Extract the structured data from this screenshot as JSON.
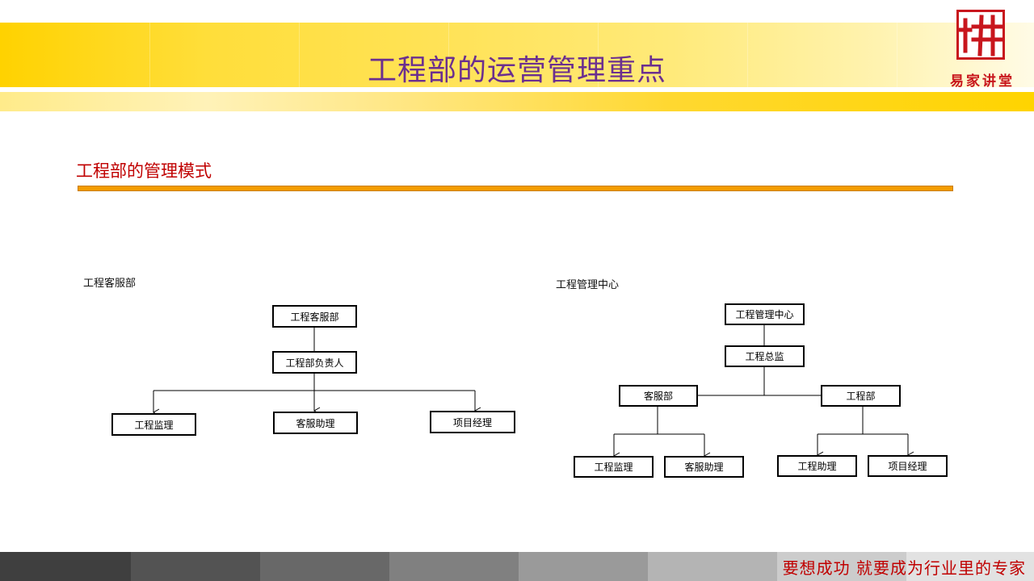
{
  "slide": {
    "title": "工程部的运营管理重点",
    "logo_text": "易家讲堂",
    "section_title": "工程部的管理模式",
    "slogan": "要想成功 就要成为行业里的专家"
  },
  "colors": {
    "title": "#6b2f8f",
    "accent_red": "#c00000",
    "rule_orange": "#f39c00",
    "band_yellow": "#ffd200"
  },
  "left_diagram": {
    "label": "工程客服部",
    "nodes": {
      "top": "工程客服部",
      "head": "工程部负责人",
      "c1": "工程监理",
      "c2": "客服助理",
      "c3": "项目经理"
    }
  },
  "right_diagram": {
    "label": "工程管理中心",
    "nodes": {
      "top": "工程管理中心",
      "director": "工程总监",
      "cs": "客服部",
      "eng": "工程部",
      "cs1": "工程监理",
      "cs2": "客服助理",
      "eng1": "工程助理",
      "eng2": "项目经理"
    }
  }
}
